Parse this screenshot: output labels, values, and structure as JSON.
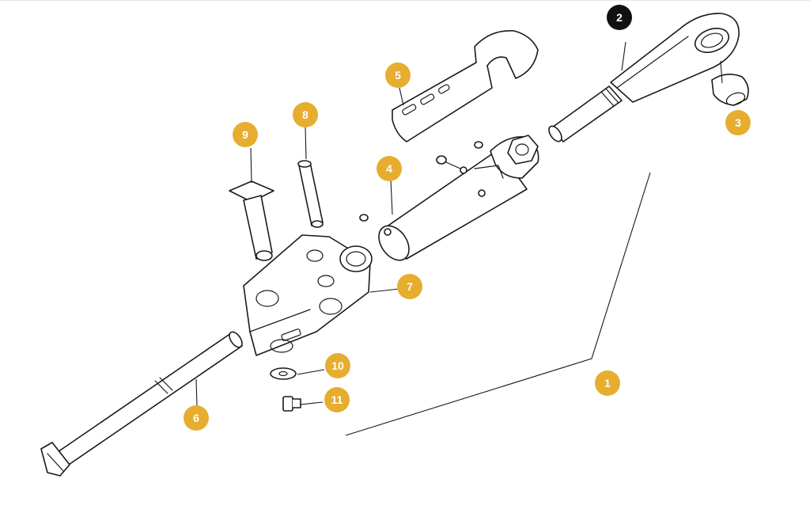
{
  "colors": {
    "callout_default": "#e6ad2f",
    "callout_active": "#111111",
    "line_art": "#1a1a1a",
    "background": "#ffffff"
  },
  "callouts": [
    {
      "label": "1",
      "active": false
    },
    {
      "label": "2",
      "active": true
    },
    {
      "label": "3",
      "active": false
    },
    {
      "label": "4",
      "active": false
    },
    {
      "label": "5",
      "active": false
    },
    {
      "label": "6",
      "active": false
    },
    {
      "label": "7",
      "active": false
    },
    {
      "label": "8",
      "active": false
    },
    {
      "label": "9",
      "active": false
    },
    {
      "label": "10",
      "active": false
    },
    {
      "label": "11",
      "active": false
    }
  ]
}
